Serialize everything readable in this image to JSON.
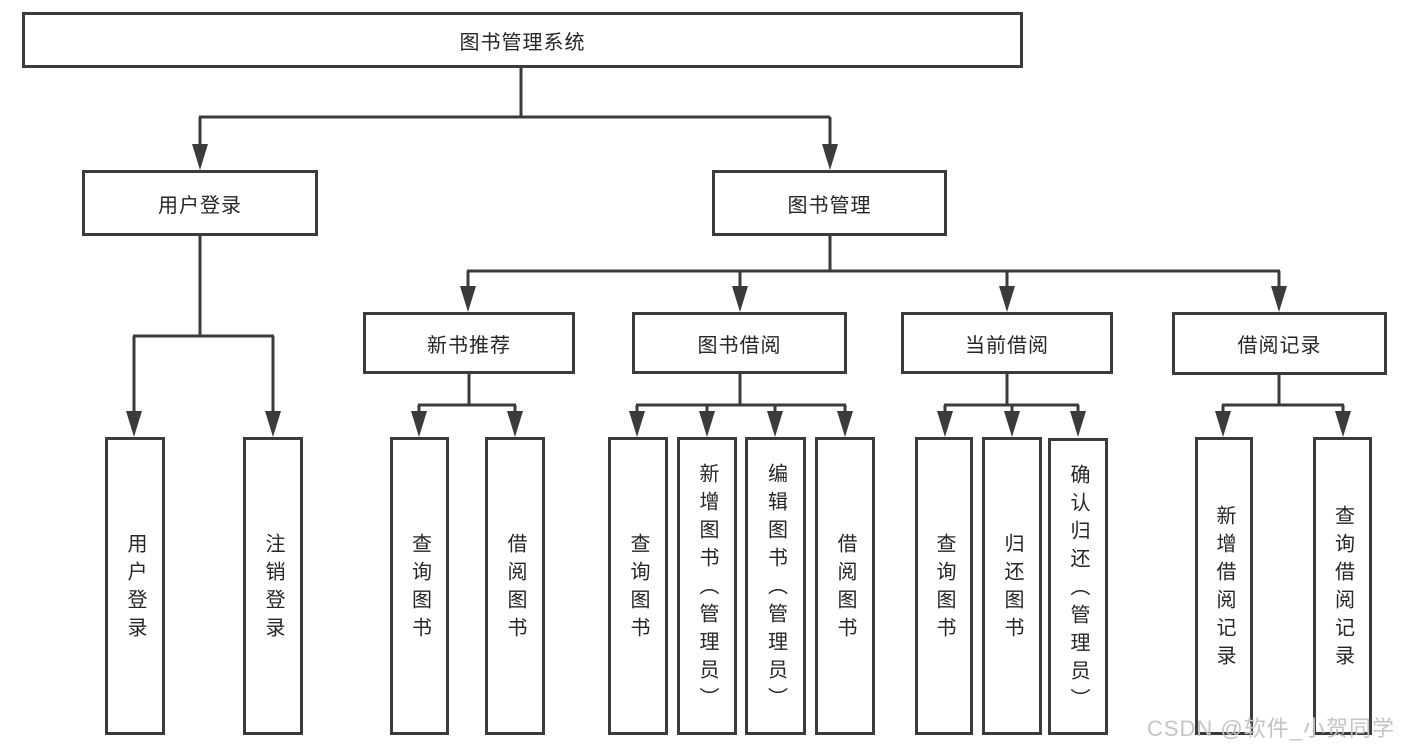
{
  "diagram": {
    "root": {
      "label": "图书管理系统"
    },
    "level2": {
      "user_login": {
        "label": "用户登录"
      },
      "book_mgmt": {
        "label": "图书管理"
      }
    },
    "level3": {
      "new_books": {
        "label": "新书推荐"
      },
      "book_borrow": {
        "label": "图书借阅"
      },
      "current_borrow": {
        "label": "当前借阅"
      },
      "borrow_records": {
        "label": "借阅记录"
      }
    },
    "leaves": {
      "user_login_leaf": {
        "label": "用户登录"
      },
      "logout": {
        "label": "注销登录"
      },
      "nb_query": {
        "label": "查询图书"
      },
      "nb_borrow": {
        "label": "借阅图书"
      },
      "bb_query": {
        "label": "查询图书"
      },
      "bb_add": {
        "label": "新增图书（管理员）"
      },
      "bb_edit": {
        "label": "编辑图书（管理员）"
      },
      "bb_borrow": {
        "label": "借阅图书"
      },
      "cb_query": {
        "label": "查询图书"
      },
      "cb_return": {
        "label": "归还图书"
      },
      "cb_confirm": {
        "label": "确认归还（管理员）"
      },
      "br_add": {
        "label": "新增借阅记录"
      },
      "br_query": {
        "label": "查询借阅记录"
      }
    }
  },
  "watermark": "CSDN @软件_小贺同学",
  "colors": {
    "line": "#3b3b3b",
    "text": "#262626",
    "background": "#ffffff",
    "watermark": "#c4c4c4"
  }
}
